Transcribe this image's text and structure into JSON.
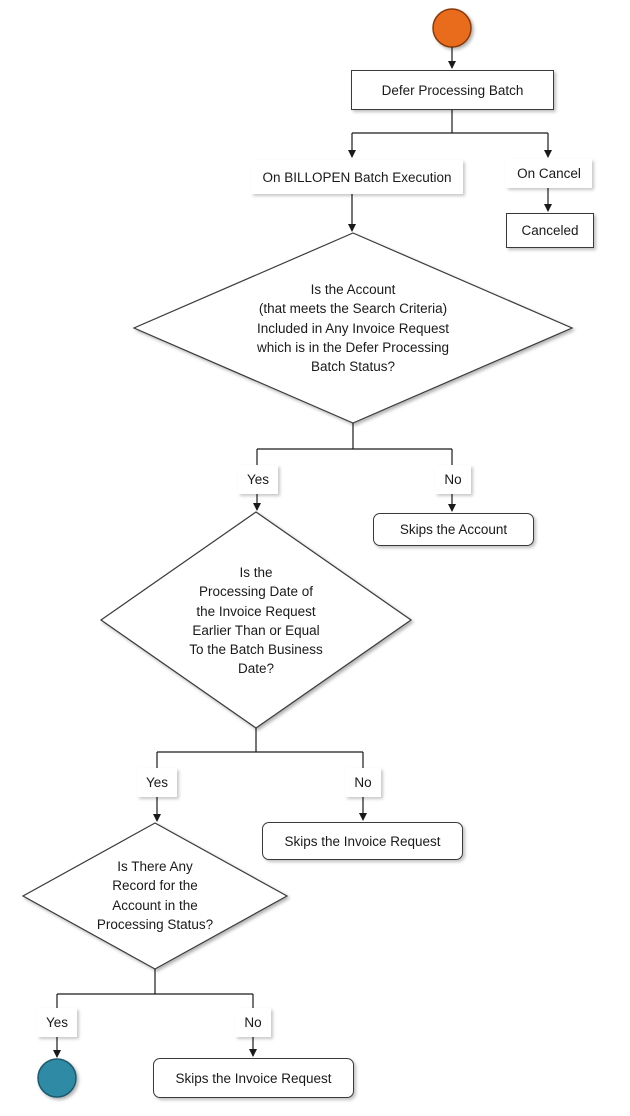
{
  "colors": {
    "start_node": "#e86c1a",
    "end_node": "#2f8aa5",
    "line": "#1a1a1a"
  },
  "nodes": {
    "defer_processing_batch": "Defer Processing Batch",
    "on_billopen": "On BILLOPEN Batch Execution",
    "on_cancel": "On Cancel",
    "canceled": "Canceled",
    "decision_1": [
      "Is the Account",
      "(that meets the Search Criteria)",
      "Included in Any Invoice Request",
      "which is in the Defer Processing",
      "Batch Status?"
    ],
    "yes_1": "Yes",
    "no_1": "No",
    "skips_account": "Skips the Account",
    "decision_2": [
      "Is the",
      "Processing Date of",
      "the Invoice Request",
      "Earlier Than or Equal",
      "To the Batch Business",
      "Date?"
    ],
    "yes_2": "Yes",
    "no_2": "No",
    "skips_invoice_1": "Skips the Invoice Request",
    "decision_3": [
      "Is There Any",
      "Record for the",
      "Account in the",
      "Processing Status?"
    ],
    "yes_3": "Yes",
    "no_3": "No",
    "skips_invoice_2": "Skips the Invoice Request"
  }
}
